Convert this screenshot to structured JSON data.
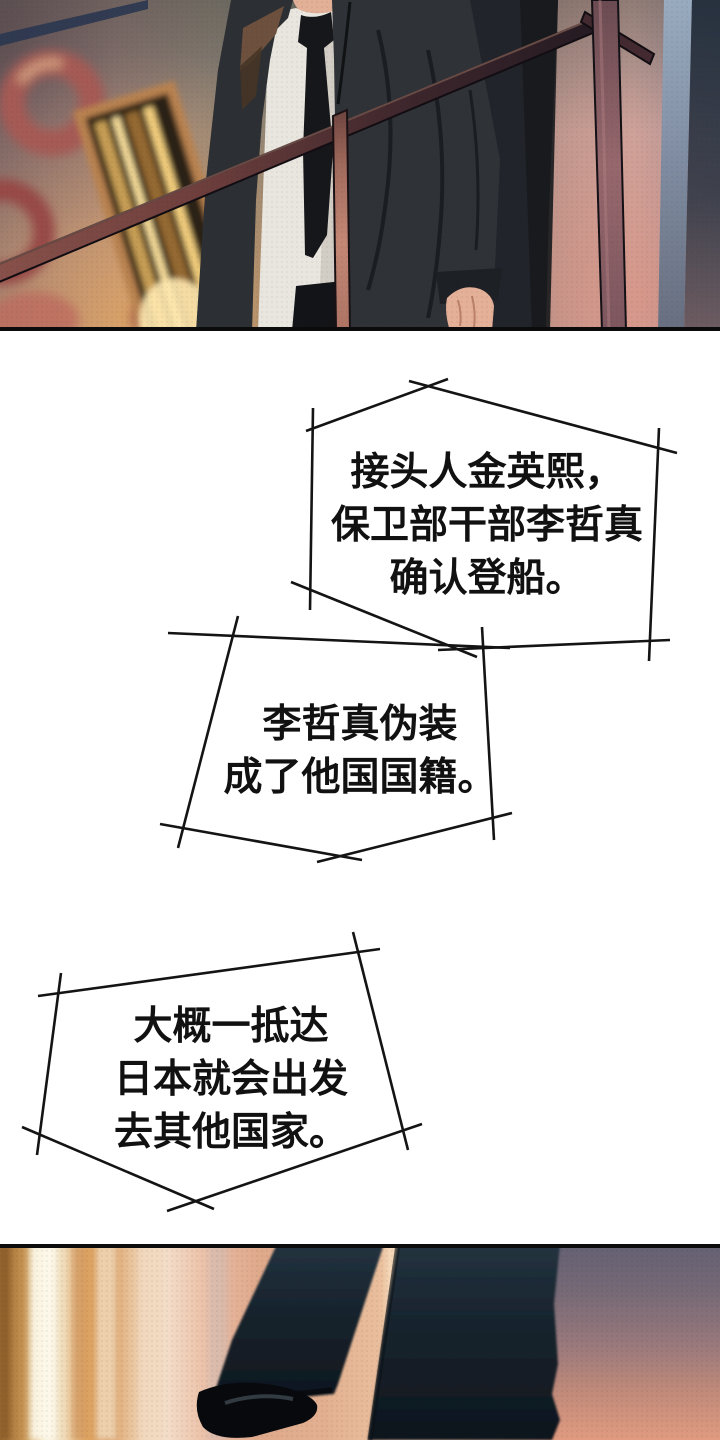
{
  "captions": [
    {
      "lines": [
        "接头人金英熙，",
        "保卫部干部李哲真",
        "确认登船。"
      ]
    },
    {
      "lines": [
        "李哲真伪装",
        "成了他国国籍。"
      ]
    },
    {
      "lines": [
        "大概一抵达",
        "日本就会出发",
        "去其他国家。"
      ]
    }
  ],
  "palette": {
    "caption_ink": "#141414",
    "page_bg": "#ffffff",
    "top_panel_wall_warm": "#c09c95",
    "top_panel_glow": "#e0aa5f",
    "life_ring_red": "#a65a54",
    "frame_gold": "#e3b45f",
    "jacket_dark": "#2f3237",
    "shirt_white": "#e9e6e0",
    "tie_black": "#16171a",
    "skin": "#e4b098",
    "railing_maroon": "#6e3f3d",
    "pole_salmon": "#c58875",
    "bottom_leg_navy": "#18242e",
    "bottom_sunset_left": "#f7efdc",
    "bottom_sunset_right": "#e09b80"
  }
}
